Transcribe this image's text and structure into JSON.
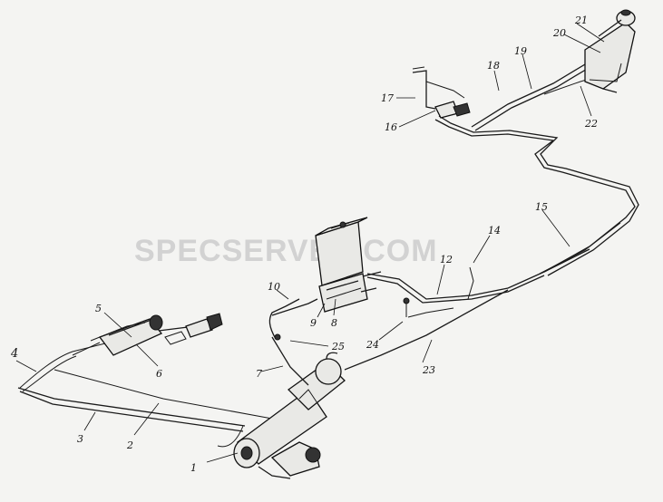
{
  "watermark": "SPECSERVER.COM",
  "labels": {
    "n1": "1",
    "n2": "2",
    "n3": "3",
    "n4": "4",
    "n5": "5",
    "n6": "6",
    "n7": "7",
    "n8": "8",
    "n9": "9",
    "n10": "10",
    "n12": "12",
    "n14": "14",
    "n15": "15",
    "n16": "16",
    "n17": "17",
    "n18": "18",
    "n19": "19",
    "n20": "20",
    "n21": "21",
    "n22": "22",
    "n23": "23",
    "n24": "24",
    "n25": "25"
  }
}
